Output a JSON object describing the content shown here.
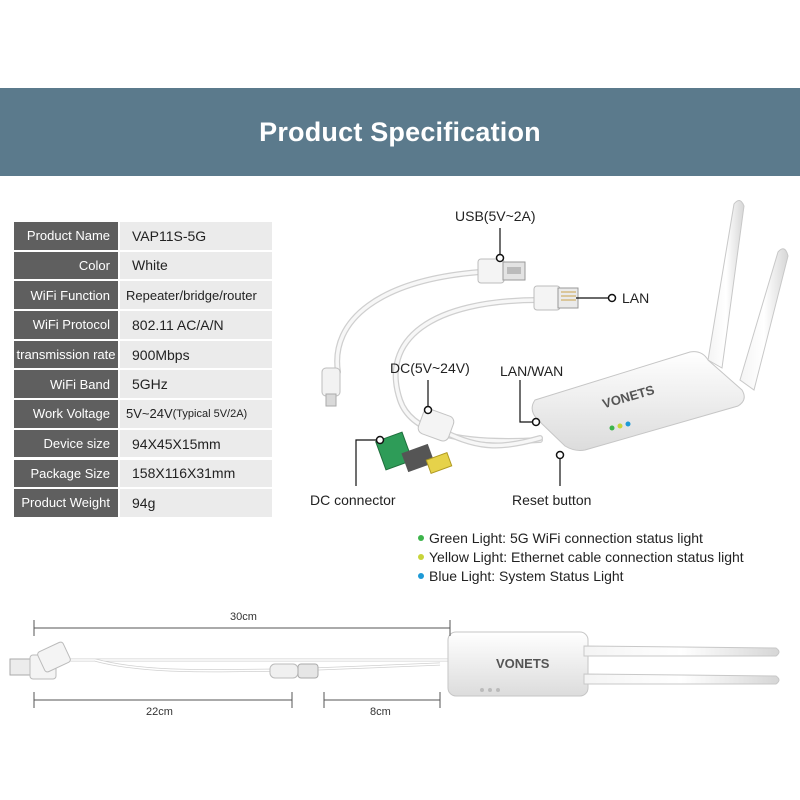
{
  "banner": {
    "title": "Product Specification"
  },
  "specs": [
    {
      "label": "Product Name",
      "value": "VAP11S-5G"
    },
    {
      "label": "Color",
      "value": "White"
    },
    {
      "label": "WiFi Function",
      "value": "Repeater/bridge/router"
    },
    {
      "label": "WiFi Protocol",
      "value": "802.11 AC/A/N"
    },
    {
      "label": "transmission rate",
      "value": "900Mbps"
    },
    {
      "label": "WiFi Band",
      "value": "5GHz"
    },
    {
      "label": "Work Voltage",
      "value": "5V~24V",
      "value_note": "(Typical 5V/2A)"
    },
    {
      "label": "Device size",
      "value": "94X45X15mm"
    },
    {
      "label": "Package Size",
      "value": "158X116X31mm"
    },
    {
      "label": "Product Weight",
      "value": "94g"
    }
  ],
  "callouts": {
    "usb": "USB(5V~2A)",
    "lan": "LAN",
    "dc": "DC(5V~24V)",
    "lan_wan": "LAN/WAN",
    "dc_connector": "DC connector",
    "reset": "Reset button",
    "brand": "VONETS"
  },
  "legend": [
    {
      "text": "Green Light: 5G WiFi connection status light",
      "color": "#3cb44b"
    },
    {
      "text": "Yellow Light: Ethernet cable connection status light",
      "color": "#c8d43a"
    },
    {
      "text": "Blue Light: System Status Light",
      "color": "#1e9ad6"
    }
  ],
  "dimensions": {
    "total": "30cm",
    "cable": "22cm",
    "tail": "8cm"
  }
}
